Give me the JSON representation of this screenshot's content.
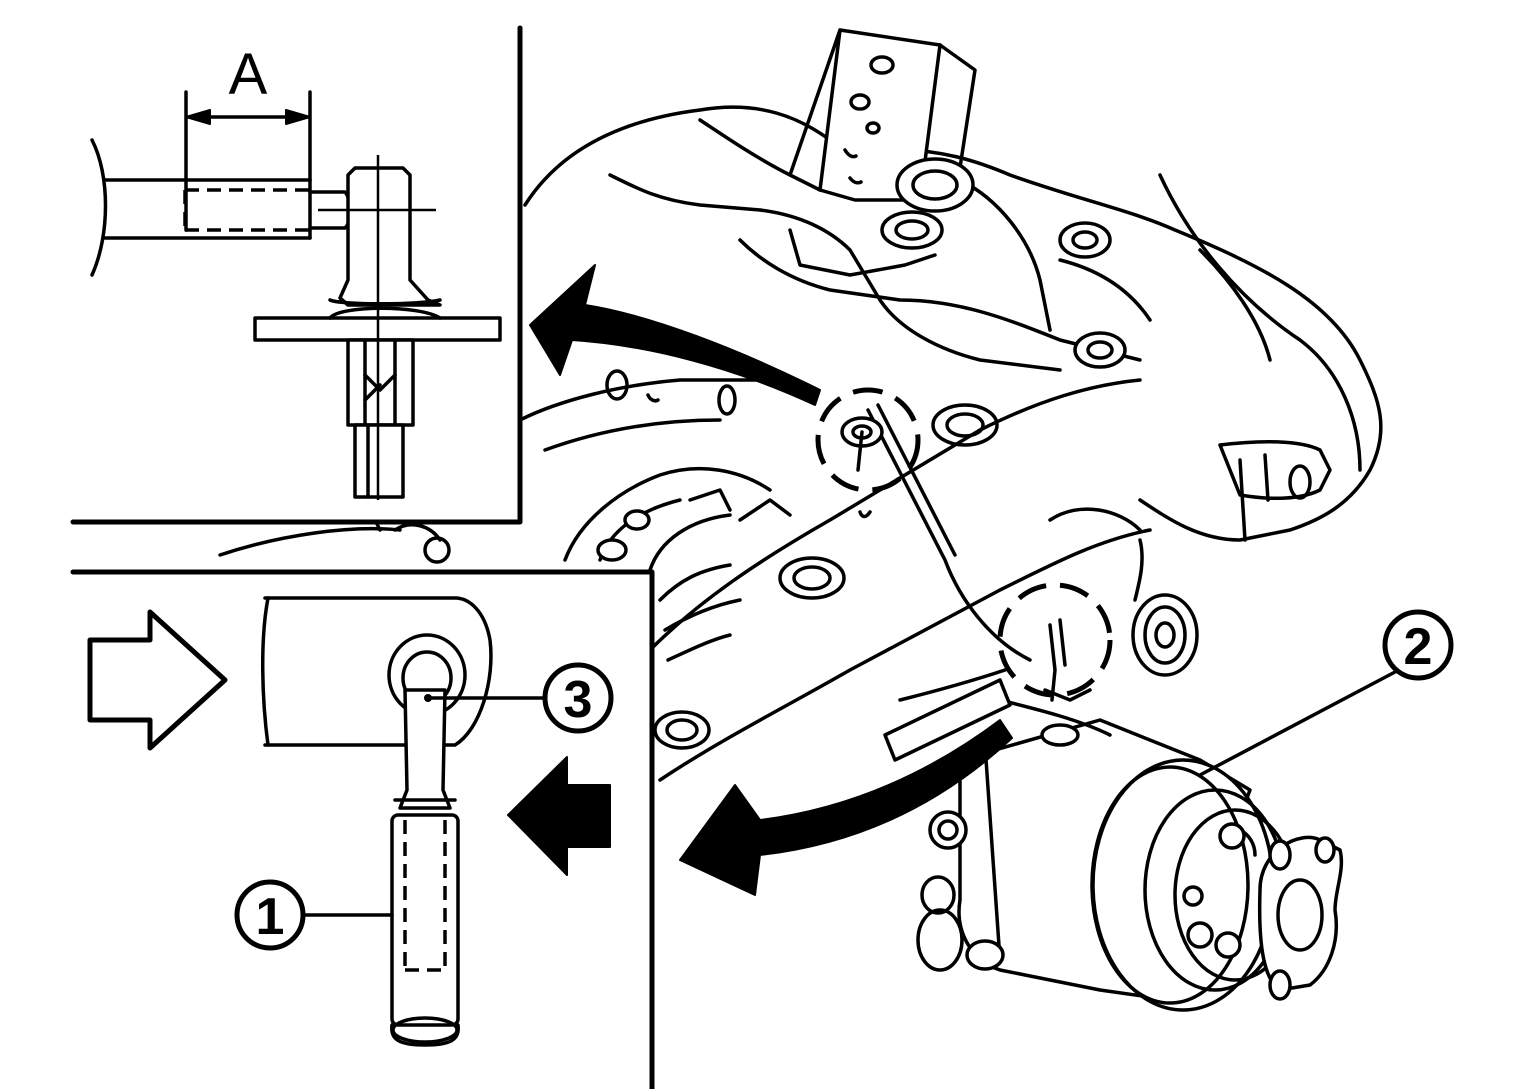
{
  "labels": {
    "dimension": "A",
    "callout_1": "1",
    "callout_2": "2",
    "callout_3": "3"
  },
  "icons": {
    "outline_arrow": "hollow-right-arrow-icon",
    "solid_arrow_small": "solid-left-arrow-icon",
    "curved_arrow_upper": "curved-arrow-to-inset-icon",
    "curved_arrow_lower": "curved-arrow-to-inset-icon"
  },
  "colors": {
    "line": "#000000",
    "background": "#ffffff"
  }
}
